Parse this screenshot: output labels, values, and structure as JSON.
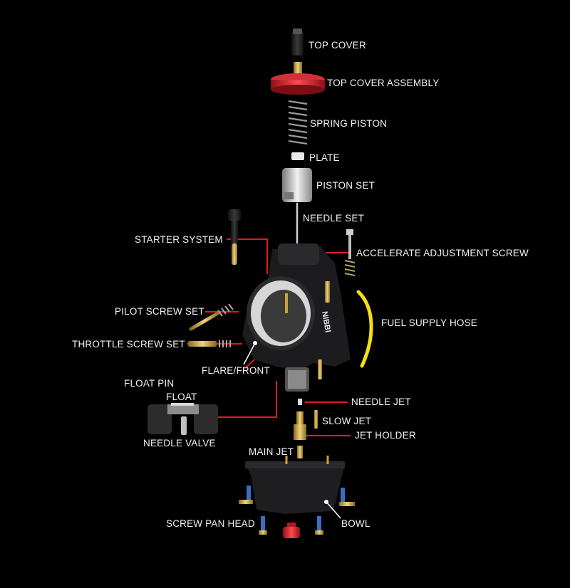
{
  "colors": {
    "background": "#000000",
    "leader_line": "#e01b24",
    "label_text": "#f2f2f2",
    "anodized_red": "#c8202a",
    "brass": "#c9a23f",
    "body": "#1c1c1e"
  },
  "labels": {
    "top_cover": "TOP COVER",
    "top_cover_assembly": "TOP COVER ASSEMBLY",
    "spring_piston": "SPRING PISTON",
    "plate": "PLATE",
    "piston_set": "PISTON SET",
    "needle_set": "NEEDLE SET",
    "starter_system": "STARTER SYSTEM",
    "accelerate_adjustment_screw": "ACCELERATE ADJUSTMENT SCREW",
    "pilot_screw_set": "PILOT SCREW SET",
    "fuel_supply_hose": "FUEL SUPPLY HOSE",
    "throttle_screw_set": "THROTTLE SCREW SET",
    "flare_front": "FLARE/FRONT",
    "float_pin": "FLOAT PIN",
    "float": "FLOAT",
    "needle_jet": "NEEDLE JET",
    "slow_jet": "SLOW JET",
    "jet_holder": "JET HOLDER",
    "needle_valve": "NEEDLE VALVE",
    "main_jet": "MAIN JET",
    "screw_pan_head": "SCREW PAN HEAD",
    "bowl": "BOWL"
  },
  "body_marking": "NIBBI"
}
